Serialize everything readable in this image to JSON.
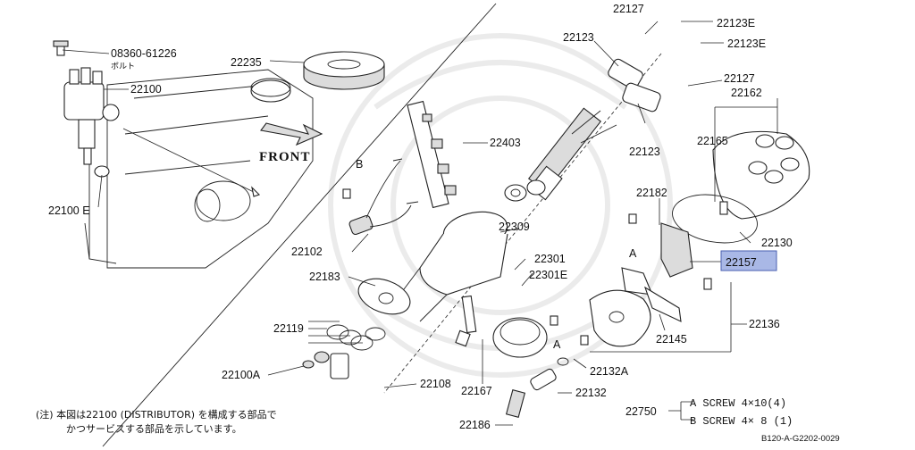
{
  "labels": {
    "p08360": "08360-61226",
    "bolt": "ボルト",
    "p22100": "22100",
    "p22100e": "22100 E",
    "p22235": "22235",
    "p22127a": "22127",
    "p22123e_a": "22123E",
    "p22123a": "22123",
    "p22123e_b": "22123E",
    "p22127b": "22127",
    "p22162": "22162",
    "p22123b": "22123",
    "p22165": "22165",
    "p22403": "22403",
    "front": "FRONT",
    "b_mark": "B",
    "p22182": "22182",
    "p22309": "22309",
    "p22130": "22130",
    "p22102": "22102",
    "a_mark1": "A",
    "p22157": "22157",
    "p22301": "22301",
    "p22183": "22183",
    "p22301e": "22301E",
    "p22136": "22136",
    "p22119": "22119",
    "p22145": "22145",
    "a_mark2": "A",
    "p22100a": "22100A",
    "p22132a": "22132A",
    "p22108": "22108",
    "p22167": "22167",
    "p22132": "22132",
    "p22186": "22186",
    "p22750": "22750"
  },
  "screws": {
    "a": "A  SCREW  4×10(4)",
    "b": "B  SCREW  4× 8 (1)"
  },
  "note": {
    "line1": "(注) 本図は22100 (DISTRIBUTOR) を構成する部品で",
    "line2": "かつサービスする部品を示しています。"
  },
  "diagram_code": "B120-A-G2202-0029",
  "highlight_color": "#a9b8e6"
}
